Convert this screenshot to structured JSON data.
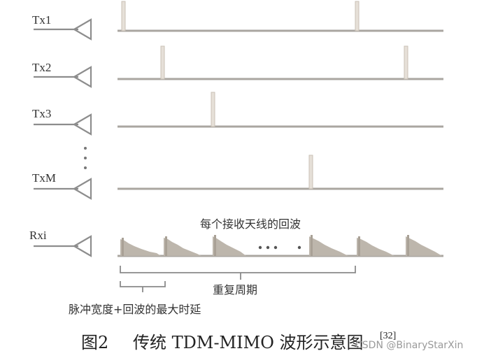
{
  "tx_labels": [
    "Tx1",
    "Tx2",
    "Tx3",
    "TxM"
  ],
  "rx_label": "Rxi",
  "echo_label": "每个接收天线的回波",
  "period_label": "重复周期",
  "pulse_width_label": "脉冲宽度+回波的最大时延",
  "caption": {
    "figure": "图2",
    "title": "传统 TDM-MIMO 波形示意图",
    "ref": "[32]"
  },
  "watermark": "CSDN @BinaryStarXin"
}
